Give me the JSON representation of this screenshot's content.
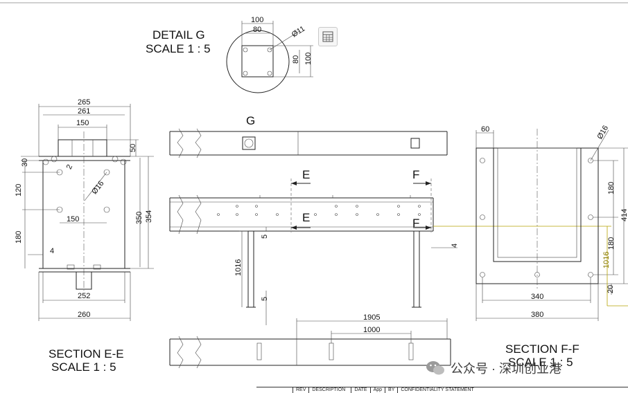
{
  "detail_g": {
    "title": "DETAIL G",
    "scale": "SCALE 1 : 5",
    "dims": {
      "width_outer": "100",
      "width_inner": "80",
      "hole": "Ø11",
      "height_inner": "80",
      "height_outer": "100"
    }
  },
  "section_ee": {
    "title": "SECTION E-E",
    "scale": "SCALE 1 : 5",
    "dims": {
      "top_outer": "265",
      "top_inner": "261",
      "slot": "150",
      "slot_h": "50",
      "d30": "30",
      "d2": "2",
      "d120": "120",
      "hole": "Ø16",
      "mid150": "150",
      "d180": "180",
      "d4": "4",
      "h350": "350",
      "h354": "354",
      "b252": "252",
      "b260": "260"
    }
  },
  "section_ff": {
    "title": "SECTION F-F",
    "scale": "SCALE 1 : 5",
    "dims": {
      "d60": "60",
      "hole": "Ø16",
      "d180a": "180",
      "d414": "414",
      "d180b": "180",
      "d1016": "1016",
      "d20": "20",
      "w340": "340",
      "w380": "380"
    }
  },
  "main_view": {
    "view_g": "G",
    "cut_e": "E",
    "cut_f": "F",
    "dims": {
      "d5a": "5",
      "d1016": "1016",
      "d5b": "5",
      "d4": "4",
      "d1905": "1905",
      "d1000": "1000"
    }
  },
  "title_block": {
    "rev": "REV",
    "description": "DESCRIPTION",
    "date": "DATE",
    "app": "App",
    "by": "BY",
    "confidentiality": "CONFIDENTIALITY STATEMENT"
  },
  "watermark": {
    "text": "公众号 · 深圳创业港"
  },
  "colors": {
    "line": "#222222",
    "accent": "#b5a300",
    "background": "#ffffff"
  }
}
